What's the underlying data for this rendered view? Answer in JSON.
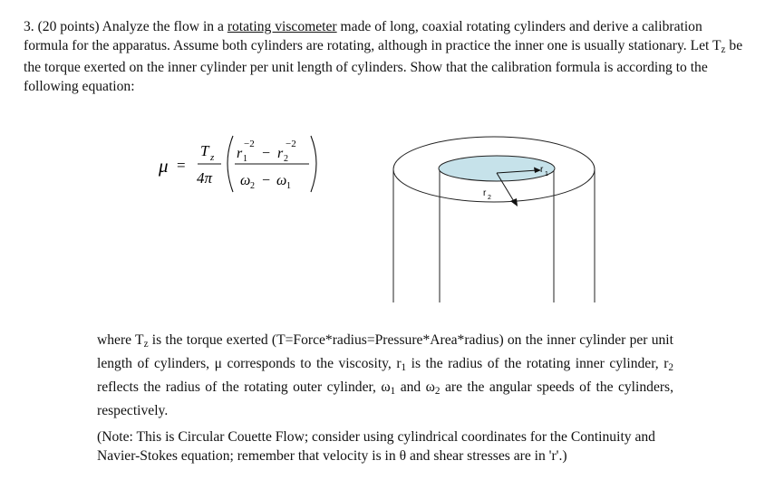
{
  "problem": {
    "number": "3.",
    "points": "(20 points)",
    "t1": "Analyze the flow in a",
    "link": "rotating viscometer",
    "t2": "made of long, coaxial rotating cylinders and derive a calibration formula for the apparatus. Assume both cylinders are rotating, although in practice the inner one is usually stationary. Let T",
    "sub_z": "z",
    "t3": "be the torque exerted on the inner cylinder per unit length of cylinders. Show that the calibration formula is according to the following equation:"
  },
  "formula": {
    "mu": "μ",
    "eq": "=",
    "T": "T",
    "z": "z",
    "four_pi": "4π",
    "r": "r",
    "one": "1",
    "two": "2",
    "exp": "−2",
    "minus": "−",
    "omega": "ω"
  },
  "diagram": {
    "r1_label": "r",
    "r1_sub": "1",
    "r2_label": "r",
    "r2_sub": "2"
  },
  "description": {
    "d1": "where T",
    "d_sub_z": "z",
    "d2": "is the torque exerted (T=Force*radius=Pressure*Area*radius) on the inner cylinder per unit length of cylinders,",
    "mu": "μ",
    "d3": "corresponds to the viscosity, r",
    "sub1": "1",
    "d4": "is the radius of the rotating inner cylinder, r",
    "sub2": "2",
    "d5": "reflects the radius of the rotating outer cylinder,",
    "omega": "ω",
    "d6": "and",
    "d7": "are the angular speeds of the cylinders, respectively."
  },
  "note": {
    "n1": "(Note: This is Circular Couette Flow; consider using cylindrical coordinates for the Continuity and Navier-Stokes equation; remember that velocity is in",
    "theta": "θ",
    "n2": "and shear stresses are in 'r'.)"
  }
}
